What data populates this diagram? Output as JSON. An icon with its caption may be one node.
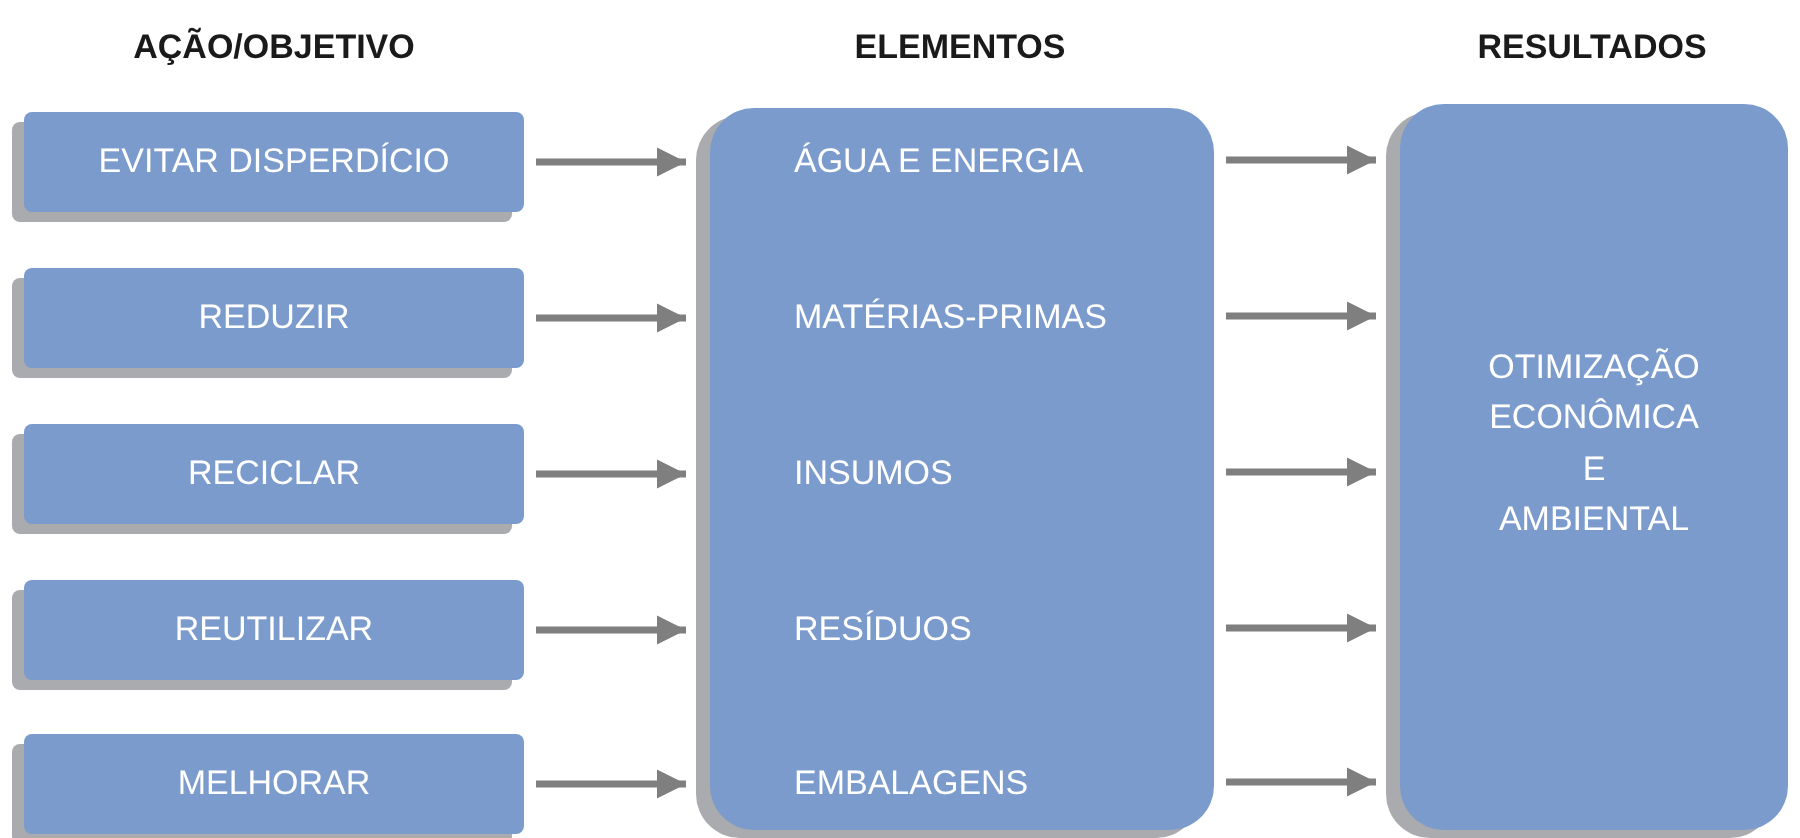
{
  "diagram": {
    "nodes": [
      {
        "text": [
          "EVITAR DISPERDÍCIO"
        ]
      },
      {
        "text": [
          "REDUZIR"
        ]
      },
      {
        "text": [
          "RECICLAR"
        ]
      },
      {
        "text": [
          "REUTILIZAR"
        ]
      },
      {
        "text": [
          "MELHORAR"
        ]
      },
      {
        "text": [
          "ÁGUA E ENERGIA",
          "MATÉRIAS-PRIMAS",
          "INSUMOS",
          "RESÍDUOS",
          "EMBALAGENS"
        ]
      },
      {
        "text": [
          "OTIMIZAÇÃO ECONÔMICA E AMBIENTAL"
        ]
      }
    ],
    "edges": [
      {
        "from": 0,
        "to": 5,
        "arrow": "to"
      },
      {
        "from": 1,
        "to": 5,
        "arrow": "to"
      },
      {
        "from": 2,
        "to": 5,
        "arrow": "to"
      },
      {
        "from": 3,
        "to": 5,
        "arrow": "to"
      },
      {
        "from": 4,
        "to": 5,
        "arrow": "to"
      },
      {
        "from": 5,
        "to": 6,
        "arrow": "to"
      },
      {
        "from": 5,
        "to": 6,
        "arrow": "to"
      },
      {
        "from": 5,
        "to": 6,
        "arrow": "to"
      },
      {
        "from": 5,
        "to": 6,
        "arrow": "to"
      },
      {
        "from": 5,
        "to": 6,
        "arrow": "to"
      }
    ],
    "labels": [
      "AÇÃO/OBJETIVO",
      "ELEMENTOS",
      "RESULTADOS"
    ]
  }
}
